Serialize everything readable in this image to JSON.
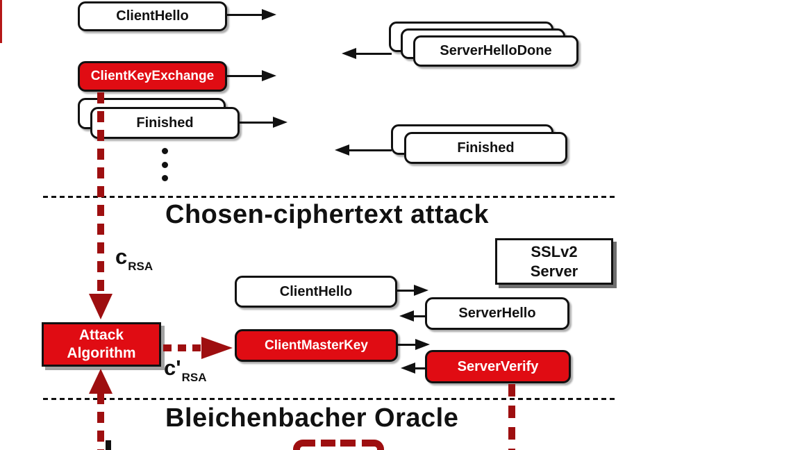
{
  "top_handshake": {
    "client_hello": "ClientHello",
    "server_hello_done": "ServerHelloDone",
    "client_key_exchange": "ClientKeyExchange",
    "finished_client": "Finished",
    "finished_server": "Finished"
  },
  "chosen_ciphertext_section": {
    "heading": "Chosen-ciphertext attack",
    "ciphertext_label_base": "c",
    "ciphertext_label_sub": "RSA",
    "sslv2_server_line1": "SSLv2",
    "sslv2_server_line2": "Server",
    "client_hello": "ClientHello",
    "server_hello": "ServerHello",
    "attack_algorithm_line1": "Attack",
    "attack_algorithm_line2": "Algorithm",
    "modified_ciphertext_label_base": "c'",
    "modified_ciphertext_label_sub": "RSA",
    "client_master_key": "ClientMasterKey",
    "server_verify": "ServerVerify"
  },
  "oracle_section": {
    "heading": "Bleichenbacher Oracle"
  },
  "colors": {
    "highlight_red": "#e00c13",
    "attack_arrow_dark_red": "#9e0f10",
    "line_black": "#111111"
  }
}
